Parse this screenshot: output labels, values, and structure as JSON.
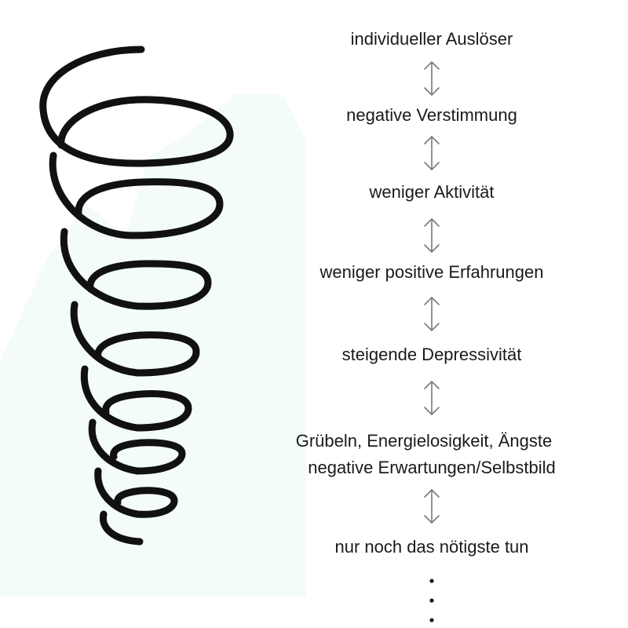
{
  "diagram": {
    "steps": [
      {
        "label": "individueller Auslöser"
      },
      {
        "label": "negative Verstimmung"
      },
      {
        "label": "weniger Aktivität"
      },
      {
        "label": "weniger positive Erfahrungen"
      },
      {
        "label": "steigende Depressivität"
      },
      {
        "label": "Grübeln, Energielosigkeit, Ängste",
        "label2": "negative Erwartungen/Selbstbild"
      },
      {
        "label": "nur noch das nötigste tun"
      }
    ],
    "connector_icon": "double-headed-vertical-arrow-icon",
    "continuation_icon": "vertical-ellipsis-icon",
    "spiral_icon": "downward-spiral-icon",
    "colors": {
      "text": "#1a1a1a",
      "spiral": "#111111",
      "arrow": "#7a7a7a",
      "background_tint": "#f3fbfb"
    }
  }
}
